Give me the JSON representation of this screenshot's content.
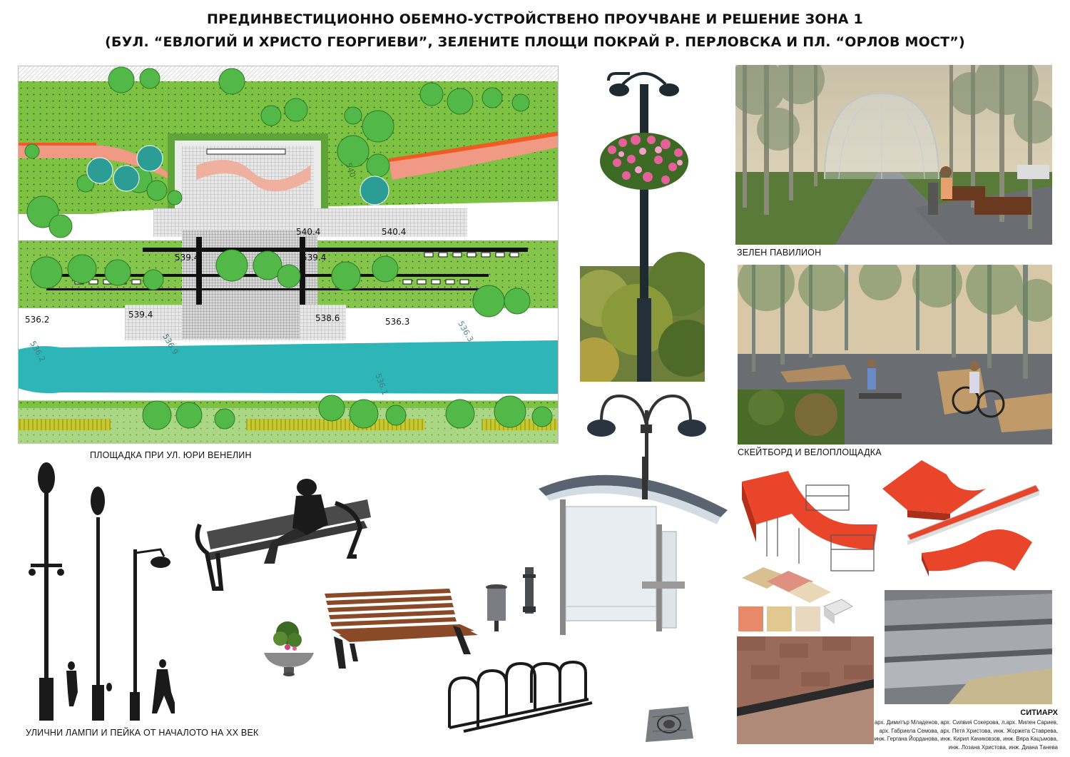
{
  "title": {
    "line1": "ПРЕДИНВЕСТИЦИОННО ОБЕМНО-УСТРОЙСТВЕНО ПРОУЧВАНЕ И РЕШЕНИЕ ЗОНА 1",
    "line2": "(БУЛ. “ЕВЛОГИЙ И ХРИСТО ГЕОРГИЕВИ”, ЗЕЛЕНИТЕ ПЛОЩИ ПОКРАЙ Р. ПЕРЛОВСКА И ПЛ. “ОРЛОВ МОСТ”)"
  },
  "plan": {
    "caption": "ПЛОЩАДКА ПРИ УЛ. ЮРИ ВЕНЕЛИН",
    "elevations": [
      "540.4",
      "540.4",
      "539.4",
      "539.4",
      "536.2",
      "539.4",
      "538.6",
      "536.3"
    ],
    "faint_labels": [
      "536.3",
      "536.2",
      "536.9",
      "536.1",
      "540"
    ]
  },
  "captions": {
    "pavilion": "ЗЕЛЕН ПАВИЛИОН",
    "skate": "СКЕЙТБОРД И ВЕЛОПЛОЩАДКА",
    "lamps": "УЛИЧНИ ЛАМПИ И ПЕЙКА ОТ НАЧАЛОТО НА XX ВЕК"
  },
  "credits": {
    "firm": "СИТИАРХ",
    "lines": [
      "арх. Димитър Младенов, арх. Силвия Сокерова, л.арх. Милен Сариев,",
      "арх. Габриела Семова, арх. Петя Христова, инж. Жоржета Ставрева,",
      "инж. Гергана Йорданова, инж. Кирил Качиковзов, инж. Вяра Кацъмова,",
      "инж. Лозана Христова, инж. Диана  Танева"
    ]
  },
  "colors": {
    "grass": "#7dc242",
    "tree": "#52b848",
    "river": "#2eb5b8",
    "path_salmon": "#f09a86",
    "path_orange": "#f15a24",
    "yellow_strip": "#c8c830",
    "skate_red": "#e8452a"
  }
}
